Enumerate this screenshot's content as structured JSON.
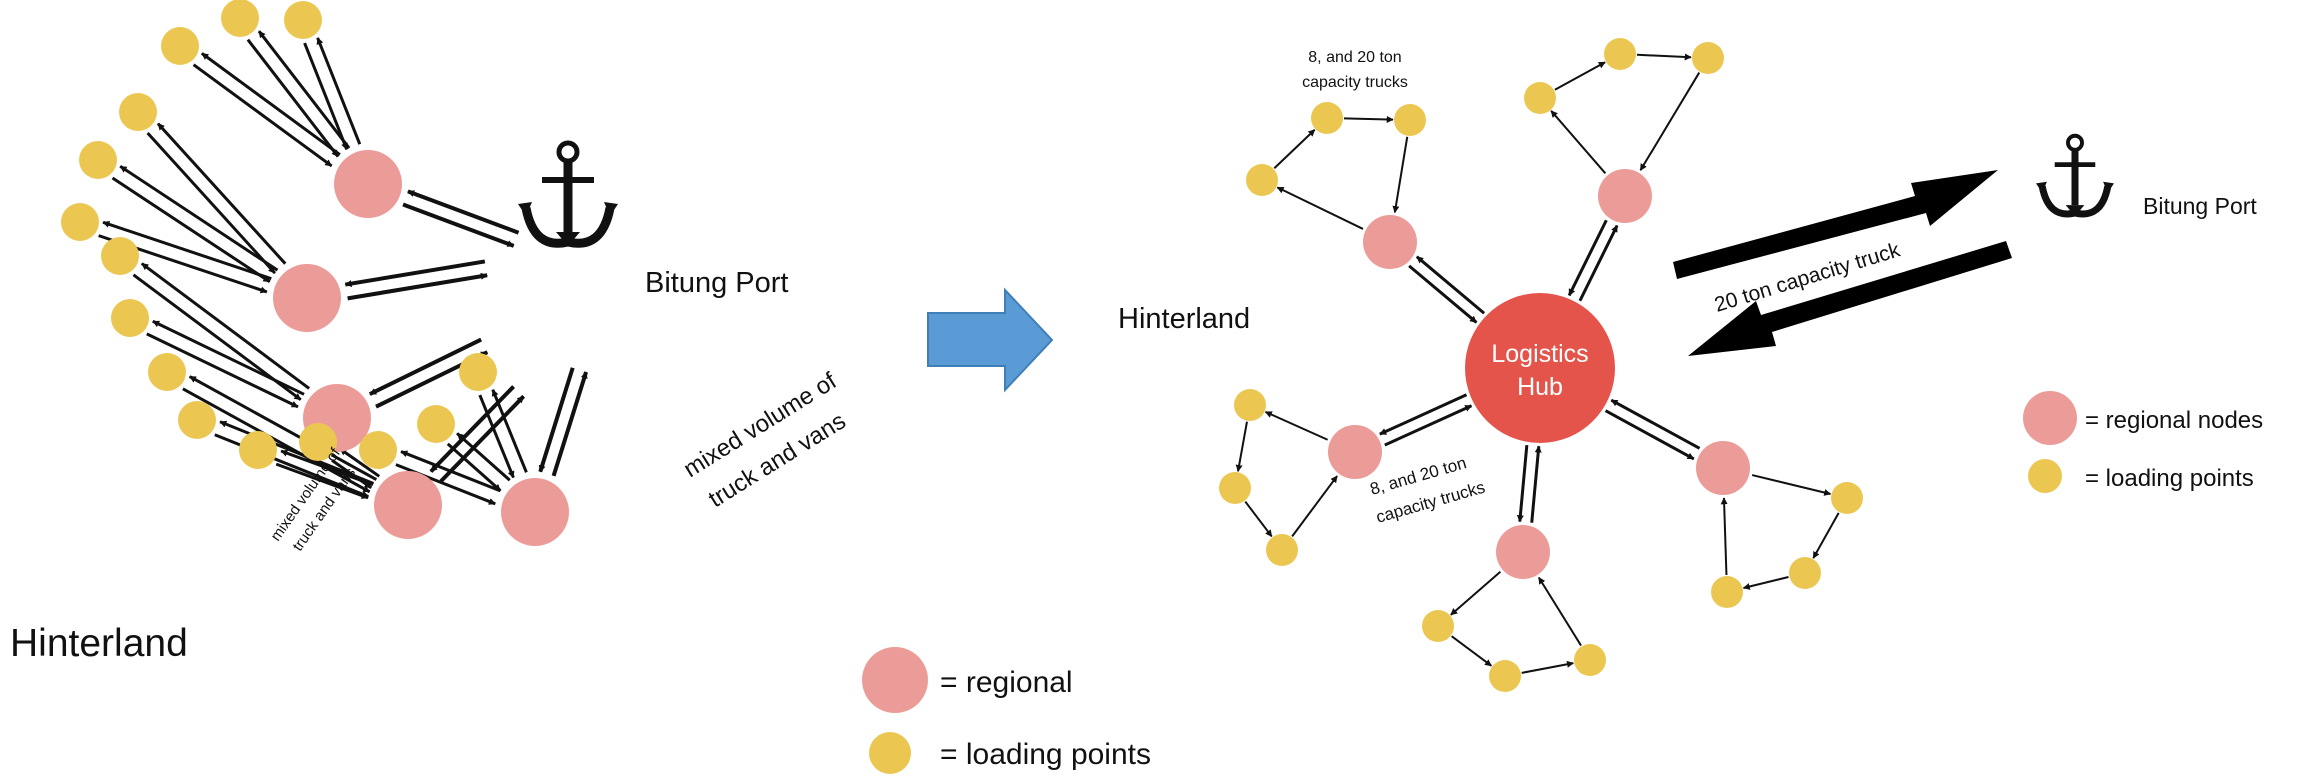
{
  "left_panel": {
    "port_label": "Bitung Port",
    "hinterland_label": "Hinterland",
    "annotation_right": [
      "mixed volume of",
      "truck and vans"
    ],
    "annotation_small": [
      "mixed volume of",
      "truck and vans"
    ],
    "legend": {
      "regional": "= regional",
      "loading": "= loading points"
    }
  },
  "right_panel": {
    "hinterland_label": "Hinterland",
    "hub_label": [
      "Logistics",
      "Hub"
    ],
    "port_label": "Bitung Port",
    "truck_label_top": [
      "8, and 20 ton",
      "capacity trucks"
    ],
    "truck_label_middle": [
      "8, and 20 ton",
      "capacity trucks"
    ],
    "port_link_label": "20 ton capacity truck",
    "legend": {
      "regional": "= regional nodes",
      "loading": "= loading points"
    }
  },
  "colors": {
    "regional_node": "#EC9C98",
    "loading_point": "#EBC752",
    "hub": "#E4544A",
    "transition_arrow": "#5B9BD5",
    "arrow": "#111111"
  },
  "icons": [
    "anchor-icon",
    "right-arrow-icon"
  ]
}
